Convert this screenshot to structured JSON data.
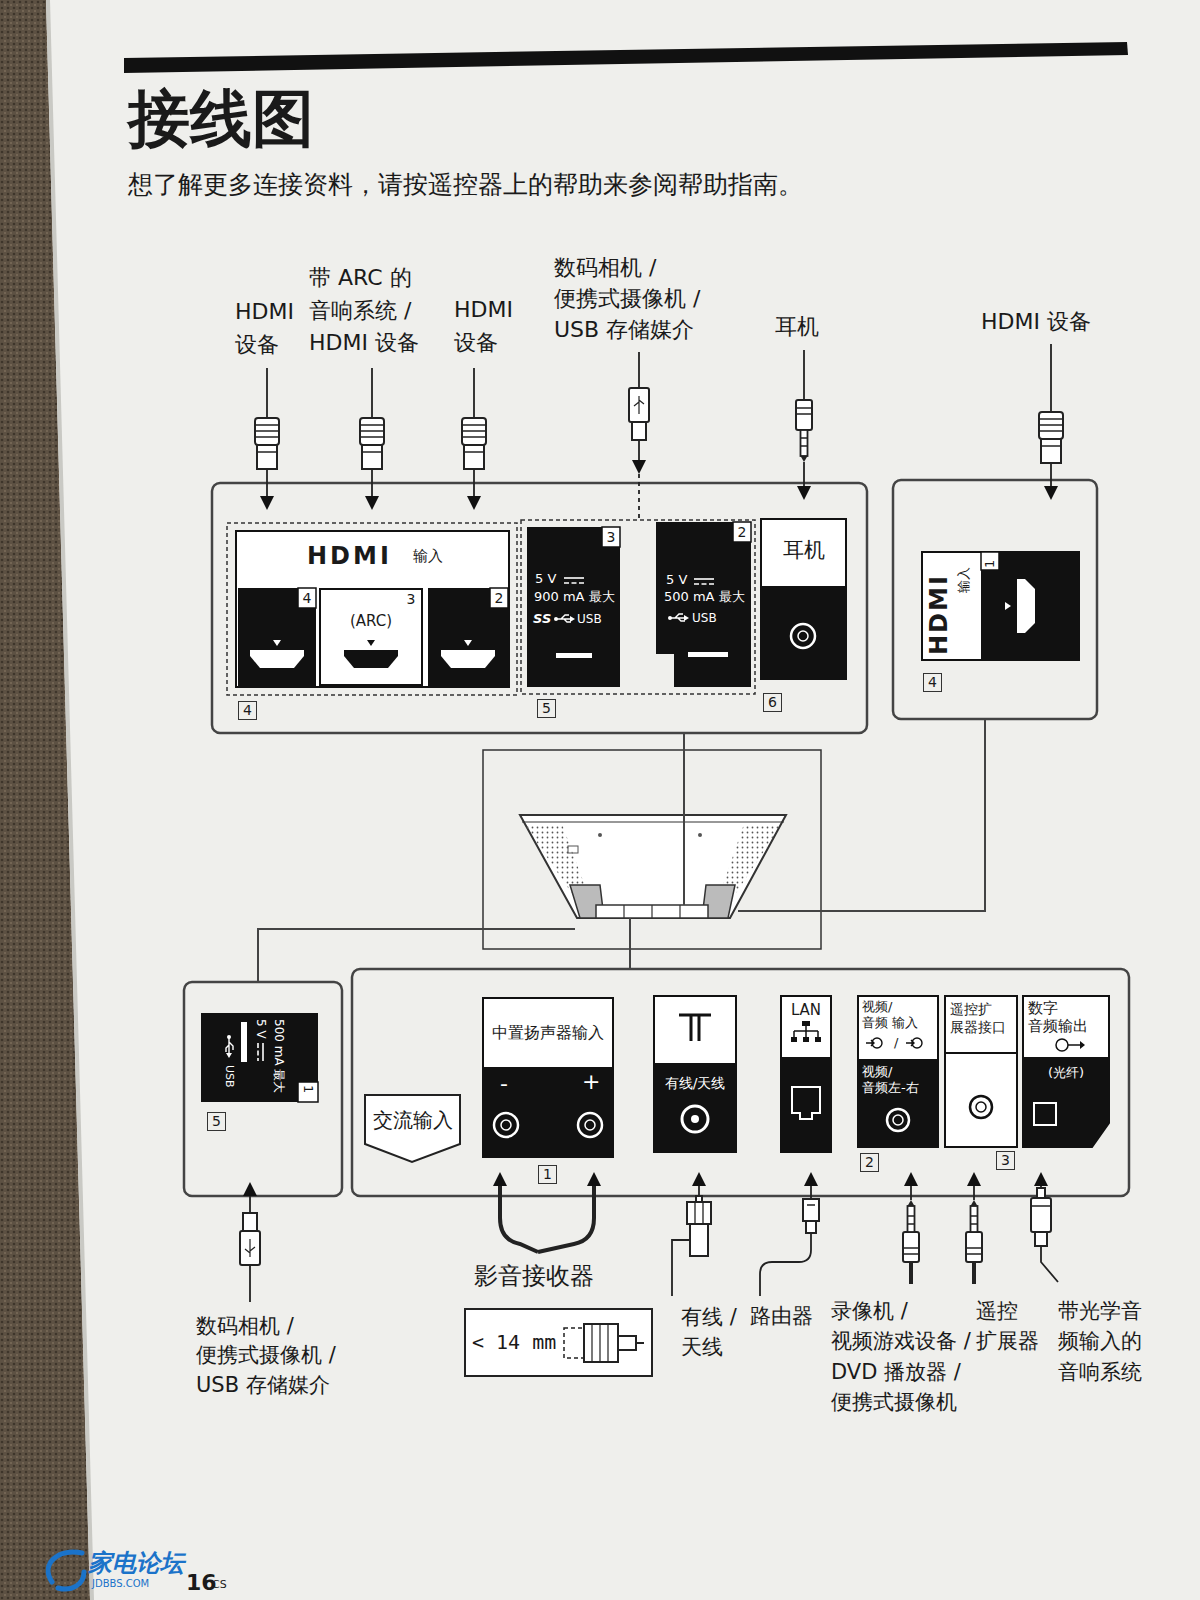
{
  "diagram": {
    "title": "接线图",
    "caption": "想了解更多连接资料，请按遥控器上的帮助来参阅帮助指南。",
    "nodes": [
      {
        "text": [
          "HDMI",
          "输入"
        ]
      },
      {
        "text": [
          "4"
        ],
        "in": 0
      },
      {
        "text": [
          "3",
          "(ARC)"
        ],
        "in": 0
      },
      {
        "text": [
          "2"
        ],
        "in": 0
      },
      {
        "text": [
          "3",
          "5 V",
          "900 mA 最大",
          "SS",
          "USB"
        ]
      },
      {
        "text": [
          "2",
          "5 V",
          "500 mA 最大",
          "USB"
        ]
      },
      {
        "text": [
          "耳机"
        ]
      },
      {
        "text": [
          "HDMI",
          "输入",
          "1"
        ]
      },
      {
        "text": [
          "1",
          "5 V",
          "500 mA 最大",
          "USB"
        ]
      },
      {
        "text": [
          "交流输入"
        ]
      },
      {
        "text": [
          "中置扬声器输入",
          "-",
          "+"
        ]
      },
      {
        "text": [
          "有线/天线"
        ]
      },
      {
        "text": [
          "LAN"
        ]
      },
      {
        "text": [
          "视频/ 音频 输入",
          "/",
          "视频/ 音频左-右"
        ]
      },
      {
        "text": [
          "遥控扩 展器接口"
        ]
      },
      {
        "text": [
          "数字 音频输出",
          "(光纤)"
        ]
      },
      {
        "text": [
          "< 14 mm"
        ]
      }
    ],
    "labels": [
      "4",
      "5",
      "6",
      "4",
      "5",
      "1",
      "2",
      "3",
      "HDMI 设备",
      "带 ARC 的 音响系统 / HDMI 设备",
      "HDMI 设备",
      "数码相机 / 便携式摄像机 / USB 存储媒介",
      "耳机",
      "HDMI 设备",
      "数码相机 / 便携式摄像机 / USB 存储媒介",
      "影音接收器",
      "有线 / 天线",
      "路由器",
      "录像机 / 视频游戏设备 / DVD 播放器 / 便携式摄像机",
      "遥控 扩展器",
      "带光学音 频输入的 音响系统",
      "16",
      "CS",
      "家电论坛",
      "JDBBS.COM"
    ]
  }
}
